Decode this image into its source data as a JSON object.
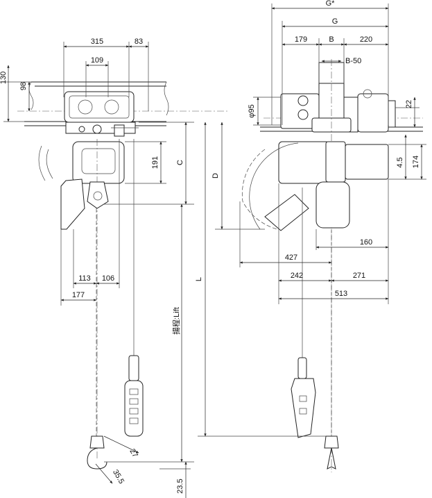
{
  "front_view": {
    "dims": {
      "w315": "315",
      "w83": "83",
      "w109": "109",
      "h130": "130",
      "h98": "98",
      "h191": "191",
      "c": "C",
      "w113": "113",
      "w106": "106",
      "w177": "177",
      "lift": "揚程:Lift",
      "d27": "27",
      "d35_5": "35.5",
      "h23_5": "23.5"
    }
  },
  "side_view": {
    "dims": {
      "g_star": "G*",
      "g": "G",
      "w179": "179",
      "b": "B",
      "w220": "220",
      "b_minus_50": "B-50",
      "phi95": "φ95",
      "h22": "22",
      "h4_5": "4.5",
      "h174": "174",
      "d": "D",
      "l": "L",
      "w160": "160",
      "w427": "427",
      "w242": "242",
      "w271": "271",
      "w513": "513"
    }
  }
}
